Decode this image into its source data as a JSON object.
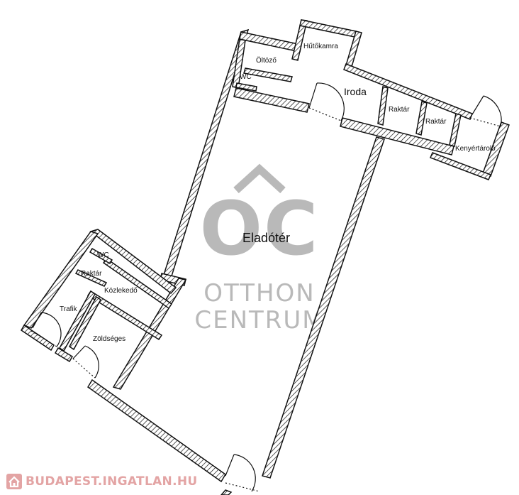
{
  "rooms": {
    "hutokamra": "Hűtőkamra",
    "oltozo": "Öltöző",
    "wc_top": "WC",
    "iroda": "Iroda",
    "raktar_1": "Raktár",
    "raktar_2": "Raktár",
    "kenyertarolo": "Kenyértároló",
    "eladoter": "Eladótér",
    "wc_left": "WC",
    "raktar_left": "Raktár",
    "kozlekedo": "Közlekedő",
    "trafik": "Trafik",
    "zoldseges": "Zöldséges"
  },
  "watermark": {
    "monogram": "OC",
    "line1": "OTTHON",
    "line2": "CENTRUM"
  },
  "footer": {
    "site": "BUDAPEST.INGATLAN.HU"
  },
  "colors": {
    "wall": "#111111",
    "wall_fill": "#ffffff",
    "watermark": "#b9b9b9",
    "footer_text": "#e3a4a4"
  }
}
